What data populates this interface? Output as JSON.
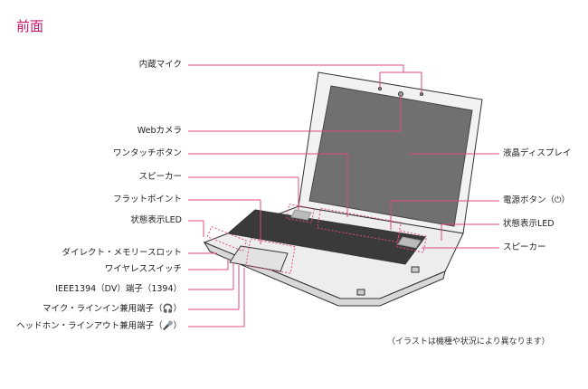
{
  "title": "前面",
  "labels_left": [
    "内蔵マイク",
    "Webカメラ",
    "ワンタッチボタン",
    "スピーカー",
    "フラットポイント",
    "状態表示LED",
    "ダイレクト・メモリースロット",
    "ワイヤレススイッチ",
    "IEEE1394（DV）端子（1394）",
    "マイク・ラインイン兼用端子（🎧）",
    "ヘッドホン・ラインアウト兼用端子（🎤）"
  ],
  "labels_right": [
    "液晶ディスプレイ",
    "電源ボタン（⏻）",
    "状態表示LED",
    "スピーカー"
  ],
  "note": "（イラストは機種や状況により異なります）",
  "colors": {
    "accent": "#c4166a",
    "line": "#e0487f"
  }
}
